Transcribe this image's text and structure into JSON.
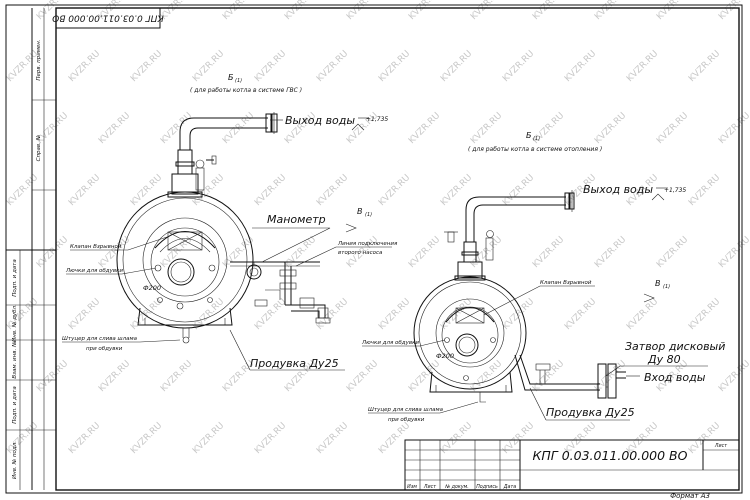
{
  "watermark_text": "KVZR.RU",
  "drawing_number": "КПГ 0.03.011.00.000 ВО",
  "stamp": {
    "drawing_number_rotated": "КПГ 0.03.011.00.000 ВО",
    "sheet_label": "Лист",
    "format_label": "Формат А3",
    "cols": [
      "Изм",
      "Лист",
      "№ докум.",
      "Подпись",
      "Дата"
    ]
  },
  "left_column_labels": [
    "Перв. примен.",
    "Справ. №",
    "Подп. и дата",
    "Инв. № дубл.",
    "Взам. инв. №",
    "Подп. и дата",
    "Инв. № подл."
  ],
  "left_view": {
    "view_b": "Б",
    "view_b_sub": "(1)",
    "view_b_note": "( для работы котла в системе ГВС )",
    "water_out": "Выход воды",
    "elevation": "+1,735",
    "manometer": "Манометр",
    "view_v": "В",
    "view_v_sub": "(1)",
    "explosion_valve": "Клапан Взрывной",
    "inspection_hatches": "Лючки для обдувки",
    "pump_line_1": "Линия подключения",
    "pump_line_2": "второго насоса",
    "diameter": "Ф200",
    "sludge_1": "Штуцер для слива шлама",
    "sludge_2": "при обдувки",
    "purge": "Продувка Ду25"
  },
  "right_view": {
    "view_b": "Б",
    "view_b_sub": "(1)",
    "view_b_note": "( для работы котла в системе отопления )",
    "water_out": "Выход воды",
    "elevation": "+1,735",
    "view_v": "В",
    "view_v_sub": "(1)",
    "explosion_valve": "Клапан Взрывной",
    "inspection_hatches": "Лючки для обдувки",
    "diameter": "Ф200",
    "butterfly_valve": "Затвор дисковый",
    "dn80": "Ду 80",
    "water_in": "Вход воды",
    "sludge_1": "Штуцер для слива шлама",
    "sludge_2": "при обдувки",
    "purge": "Продувка Ду25"
  }
}
